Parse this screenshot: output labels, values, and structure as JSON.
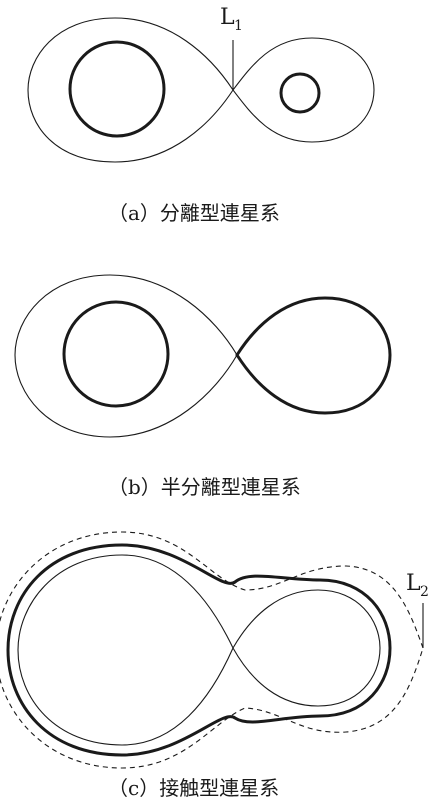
{
  "panels": [
    {
      "caption": "（a）分離型連星系",
      "label": "L",
      "label_sub": "1"
    },
    {
      "caption": "（b）半分離型連星系"
    },
    {
      "caption": "（c）接触型連星系",
      "label": "L",
      "label_sub": "2"
    }
  ]
}
